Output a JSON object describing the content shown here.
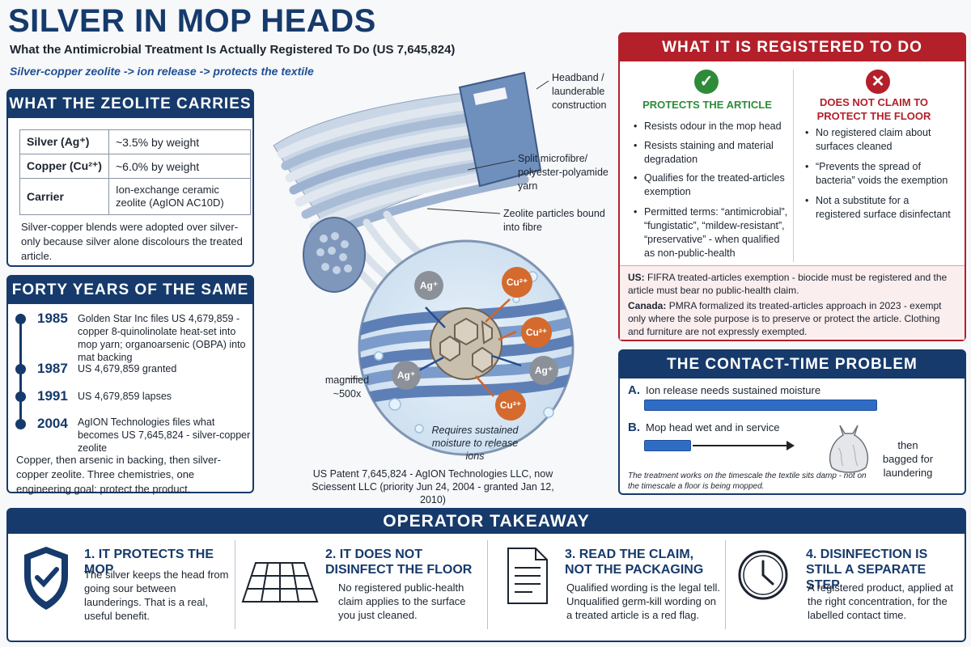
{
  "header": {
    "title": "SILVER IN MOP HEADS",
    "subtitle": "What the Antimicrobial Treatment Is Actually Registered To Do (US 7,645,824)",
    "tagline": "Silver-copper zeolite -> ion release -> protects the textile"
  },
  "zeolite": {
    "heading": "WHAT THE ZEOLITE CARRIES",
    "rows": [
      {
        "k": "Silver (Ag⁺)",
        "v": "~3.5% by weight"
      },
      {
        "k": "Copper (Cu²⁺)",
        "v": "~6.0% by weight"
      },
      {
        "k": "Carrier",
        "v": "Ion-exchange ceramic zeolite (AgION AC10D)"
      }
    ],
    "note": "Silver-copper blends were adopted over silver-only because silver alone discolours the treated article."
  },
  "timeline": {
    "heading": "FORTY YEARS OF THE SAME IDEA",
    "events": [
      {
        "year": "1985",
        "text": "Golden Star Inc files US 4,679,859 - copper 8-quinolinolate heat-set into mop yarn; organoarsenic (OBPA) into mat backing"
      },
      {
        "year": "1987",
        "text": "US 4,679,859 granted"
      },
      {
        "year": "1991",
        "text": "US 4,679,859 lapses"
      },
      {
        "year": "2004",
        "text": "AgION Technologies files what becomes US 7,645,824 - silver-copper zeolite"
      }
    ],
    "summary": "Copper, then arsenic in backing, then silver-copper zeolite. Three chemistries, one engineering goal: protect the product."
  },
  "illustration": {
    "label_headband": "Headband / launderable construction",
    "label_yarn": "Split microfibre/ polyester-polyamide yarn",
    "label_zeolite": "Zeolite particles bound into fibre",
    "label_magnified": "magnified ~500x",
    "ion_ag": "Ag⁺",
    "ion_cu": "Cu²⁺",
    "inset_caption": "Requires sustained moisture to release ions",
    "patent_note": "US Patent 7,645,824 - AgION Technologies LLC, now Sciessent LLC (priority Jun 24, 2004 - granted Jan 12, 2010)"
  },
  "registered": {
    "heading": "WHAT IT IS REGISTERED TO DO",
    "left_title": "PROTECTS THE ARTICLE",
    "left_items": [
      "Resists odour in the mop head",
      "Resists staining and material degradation",
      "Qualifies for the treated-articles exemption",
      "Permitted terms: “antimicrobial”, “fungistatic”, “mildew-resistant”, “preservative” - when qualified as non-public-health"
    ],
    "right_title": "DOES NOT CLAIM TO PROTECT THE FLOOR",
    "right_items": [
      "No registered claim about surfaces cleaned",
      "“Prevents the spread of bacteria” voids the exemption",
      "Not a substitute for a registered surface disinfectant"
    ],
    "us_label": "US:",
    "us_text": "FIFRA treated-articles exemption - biocide must be registered and the article must bear no public-health claim.",
    "ca_label": "Canada:",
    "ca_text": "PMRA formalized its treated-articles approach in 2023 - exempt only where the sole purpose is to preserve or protect the article. Clothing and furniture are not expressly exempted."
  },
  "contact": {
    "heading": "THE CONTACT-TIME PROBLEM",
    "a_letter": "A.",
    "a_text": "Ion release needs sustained moisture",
    "b_letter": "B.",
    "b_text": "Mop head wet and in service",
    "bag_text": "then bagged for laundering",
    "note": "The treatment works on the timescale the textile sits damp - not on the timescale a floor is being mopped."
  },
  "takeaway": {
    "heading": "OPERATOR TAKEAWAY",
    "items": [
      {
        "title": "1. IT PROTECTS THE MOP",
        "text": "The silver keeps the head from going sour between launderings. That is a real, useful benefit.",
        "icon": "shield-check-icon"
      },
      {
        "title": "2. IT DOES NOT DISINFECT THE FLOOR",
        "text": "No registered public-health claim applies to the surface you just cleaned.",
        "icon": "floor-tiles-icon"
      },
      {
        "title": "3. READ THE CLAIM, NOT THE PACKAGING",
        "text": "Qualified wording is the legal tell. Unqualified germ-kill wording on a treated article is a red flag.",
        "icon": "document-icon"
      },
      {
        "title": "4. DISINFECTION IS STILL A SEPARATE STEP",
        "text": "A registered product, applied at the right concentration, for the labelled contact time.",
        "icon": "clock-icon"
      }
    ]
  },
  "colors": {
    "navy": "#163a6b",
    "red": "#b3202a",
    "green": "#2e8b3a",
    "blue_bar": "#2f6cc4"
  }
}
